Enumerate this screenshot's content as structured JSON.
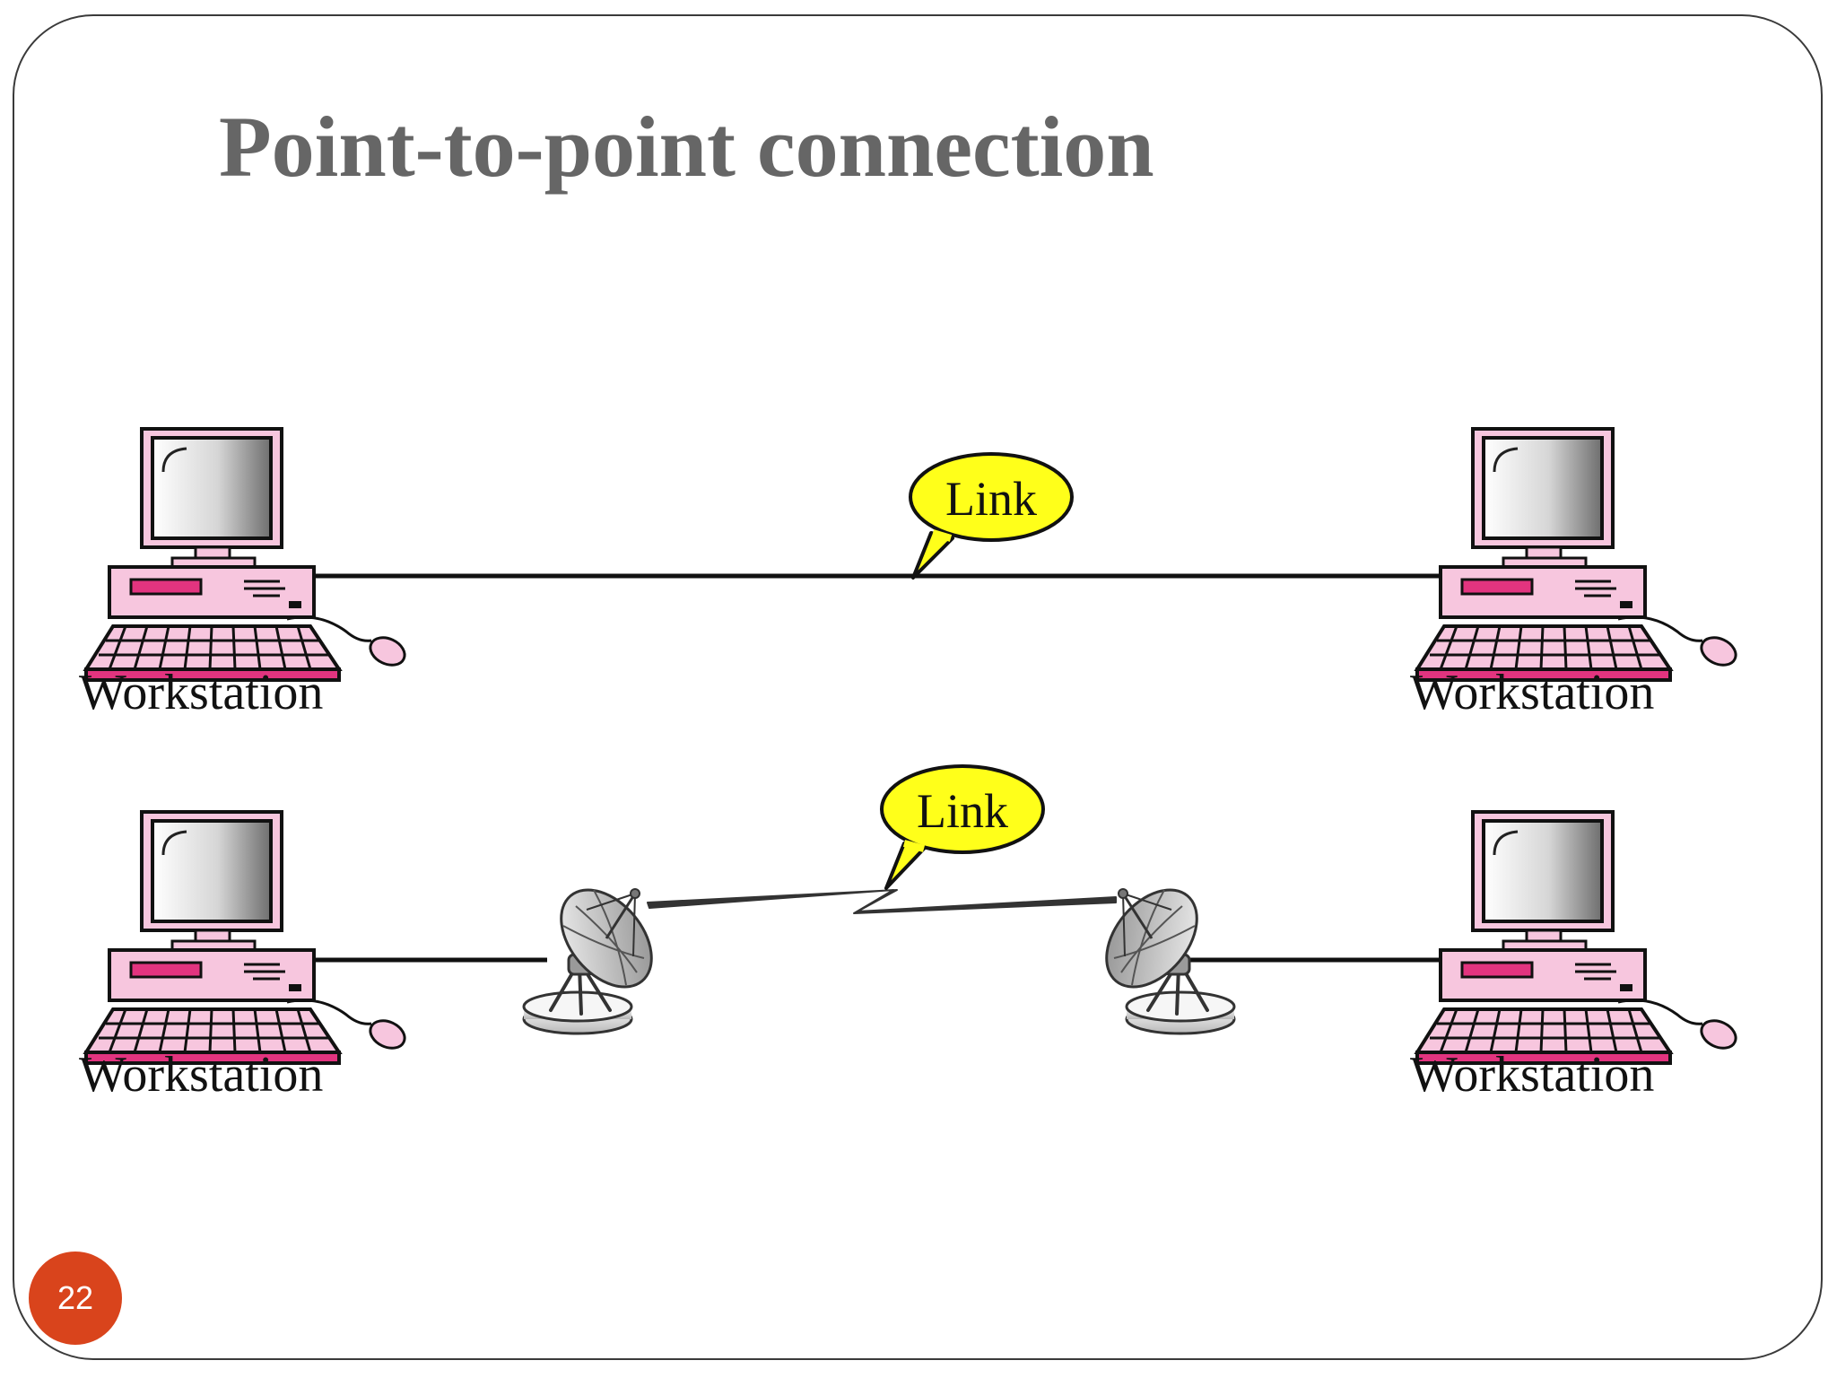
{
  "slide": {
    "title": "Point-to-point connection",
    "page_number": "22"
  },
  "top_link": {
    "label": "Link",
    "left_station": "Workstation",
    "right_station": "Workstation"
  },
  "bottom_link": {
    "label": "Link",
    "left_station": "Workstation",
    "right_station": "Workstation"
  },
  "colors": {
    "computer_pink": "#f7c6de",
    "computer_magenta": "#e2347f",
    "bubble_yellow": "#ffff1a",
    "badge_orange": "#d9441c",
    "title_gray": "#666666"
  }
}
